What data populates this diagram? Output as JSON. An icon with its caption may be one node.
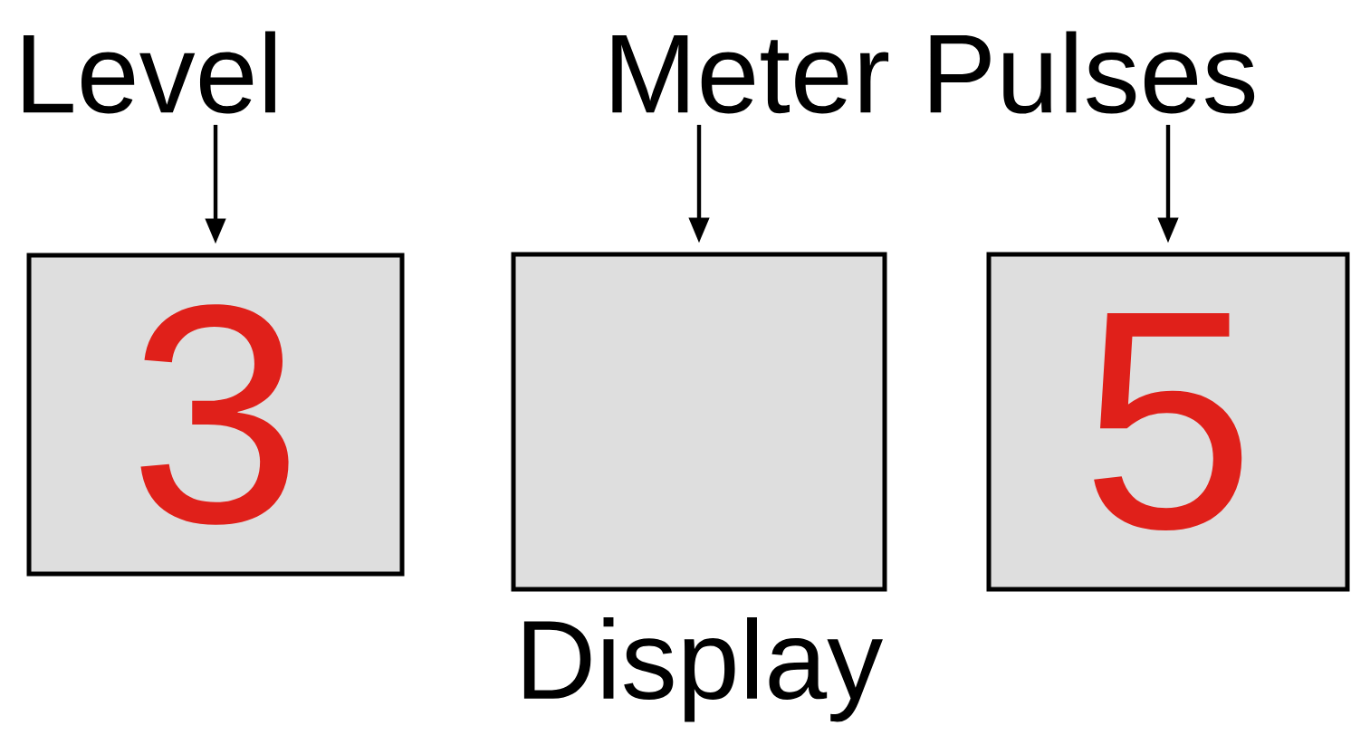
{
  "diagram": {
    "nodes": [
      {
        "text": [
          "Level"
        ]
      },
      {
        "text": [
          "Meter Pulses"
        ]
      },
      {
        "text": [
          "3"
        ]
      },
      {
        "text": [],
        "shape": "box",
        "beside": [
          "Display"
        ]
      },
      {
        "text": [
          "5"
        ]
      }
    ],
    "edges": [
      {
        "from": 0,
        "to": 2,
        "arrow": "to"
      },
      {
        "from": 1,
        "to": 3,
        "arrow": "to"
      },
      {
        "from": 1,
        "to": 4,
        "arrow": "to"
      }
    ]
  }
}
